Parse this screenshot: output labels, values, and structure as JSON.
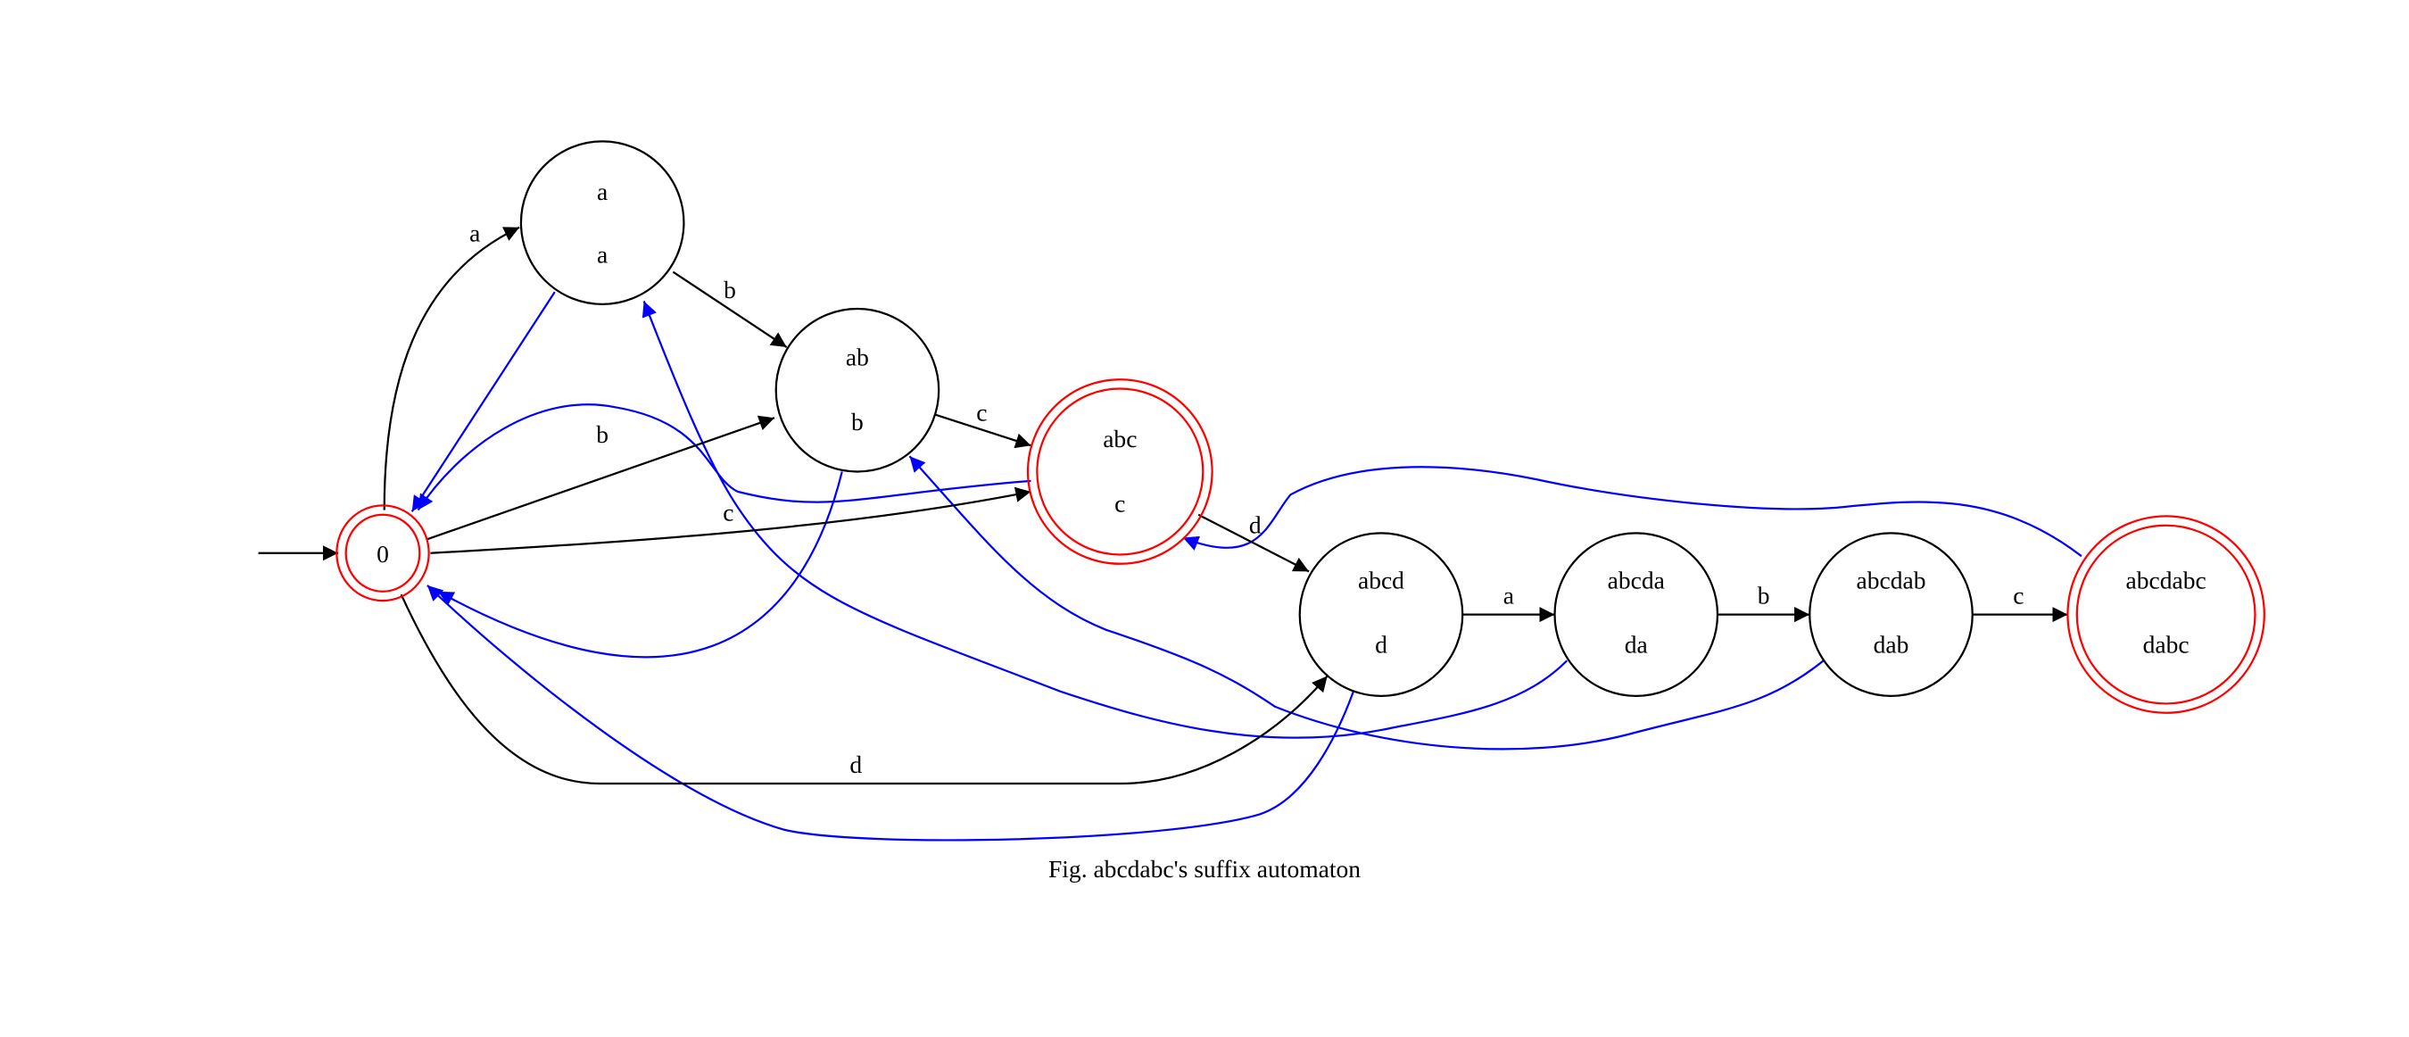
{
  "caption": "Fig. abcdabc's suffix automaton",
  "nodes": [
    {
      "id": "0",
      "lines": [
        "0"
      ],
      "accepting": true
    },
    {
      "id": "a",
      "lines": [
        "a",
        "a"
      ],
      "accepting": false
    },
    {
      "id": "ab",
      "lines": [
        "ab",
        "b"
      ],
      "accepting": false
    },
    {
      "id": "abc",
      "lines": [
        "abc",
        "c"
      ],
      "accepting": true
    },
    {
      "id": "abcd",
      "lines": [
        "abcd",
        "d"
      ],
      "accepting": false
    },
    {
      "id": "abcda",
      "lines": [
        "abcda",
        "da"
      ],
      "accepting": false
    },
    {
      "id": "abcdab",
      "lines": [
        "abcdab",
        "dab"
      ],
      "accepting": false
    },
    {
      "id": "abcdabc",
      "lines": [
        "abcdabc",
        "dabc"
      ],
      "accepting": true
    }
  ],
  "transitions": [
    {
      "from": "0",
      "to": "a",
      "label": "a"
    },
    {
      "from": "a",
      "to": "ab",
      "label": "b"
    },
    {
      "from": "0",
      "to": "ab",
      "label": "b"
    },
    {
      "from": "ab",
      "to": "abc",
      "label": "c"
    },
    {
      "from": "0",
      "to": "abc",
      "label": "c"
    },
    {
      "from": "abc",
      "to": "abcd",
      "label": "d"
    },
    {
      "from": "0",
      "to": "abcd",
      "label": "d"
    },
    {
      "from": "abcd",
      "to": "abcda",
      "label": "a"
    },
    {
      "from": "abcda",
      "to": "abcdab",
      "label": "b"
    },
    {
      "from": "abcdab",
      "to": "abcdabc",
      "label": "c"
    }
  ],
  "suffix_links": [
    {
      "from": "a",
      "to": "0"
    },
    {
      "from": "ab",
      "to": "0"
    },
    {
      "from": "abc",
      "to": "0"
    },
    {
      "from": "abcd",
      "to": "0"
    },
    {
      "from": "abcda",
      "to": "a"
    },
    {
      "from": "abcdab",
      "to": "ab"
    },
    {
      "from": "abcdabc",
      "to": "abc"
    }
  ],
  "colors": {
    "transition": "#000000",
    "suffix_link": "#0000ff",
    "accepting": "#ff0000"
  }
}
